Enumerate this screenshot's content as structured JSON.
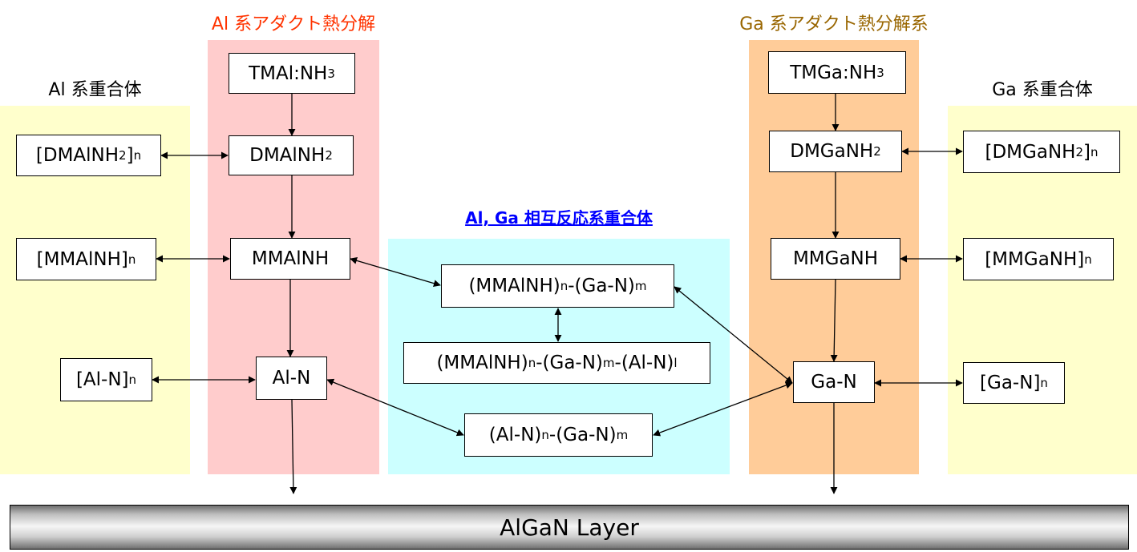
{
  "colors": {
    "al_polymer_bg": "#FFFFCC",
    "al_adduct_bg": "#FFCCCC",
    "mixed_bg": "#CCFFFF",
    "ga_adduct_bg": "#FFCC99",
    "ga_polymer_bg": "#FFFFCC",
    "al_adduct_title": "#FF3300",
    "ga_adduct_title": "#996600",
    "mixed_title": "#0000FF"
  },
  "headings": {
    "al_polymer": "Al 系重合体",
    "al_adduct": "Al 系アダクト熱分解",
    "mixed": "Al, Ga 相互反応系重合体",
    "ga_adduct": "Ga 系アダクト熱分解系",
    "ga_polymer": "Ga 系重合体"
  },
  "nodes": {
    "tmal_nh3": {
      "base": "TMAl:NH",
      "sub": "3"
    },
    "dmalnh2": {
      "base": "DMAlNH",
      "sub": "2"
    },
    "mmalnh": {
      "base": "MMAlNH"
    },
    "al_n": {
      "base": "Al-N"
    },
    "dmalnh2_poly": {
      "base": "[DMAlNH",
      "sub": "2",
      "tail": "]",
      "sub2": "n"
    },
    "mmalnh_poly": {
      "base": "[MMAlNH]",
      "sub": "n"
    },
    "al_n_poly": {
      "base": "[Al-N]",
      "sub": "n"
    },
    "mixed_1": {
      "p1": "(MMAlNH)",
      "s1": "n",
      "p2": "-(Ga-N)",
      "s2": "m"
    },
    "mixed_2": {
      "p1": "(MMAlNH)",
      "s1": "n",
      "p2": "-(Ga-N)",
      "s2": "m",
      "p3": "-(Al-N)",
      "s3": "l"
    },
    "mixed_3": {
      "p1": "(Al-N)",
      "s1": "n",
      "p2": "-(Ga-N)",
      "s2": "m"
    },
    "tmga_nh3": {
      "base": "TMGa:NH",
      "sub": "3"
    },
    "dmganh2": {
      "base": "DMGaNH",
      "sub": "2"
    },
    "mmganh": {
      "base": "MMGaNH"
    },
    "ga_n": {
      "base": "Ga-N"
    },
    "dmganh2_poly": {
      "base": "[DMGaNH",
      "sub": "2",
      "tail": "]",
      "sub2": "n"
    },
    "mmganh_poly": {
      "base": "[MMGaNH]",
      "sub": "n"
    },
    "ga_n_poly": {
      "base": "[Ga-N]",
      "sub": "n"
    }
  },
  "layer": {
    "label": "AlGaN Layer"
  }
}
